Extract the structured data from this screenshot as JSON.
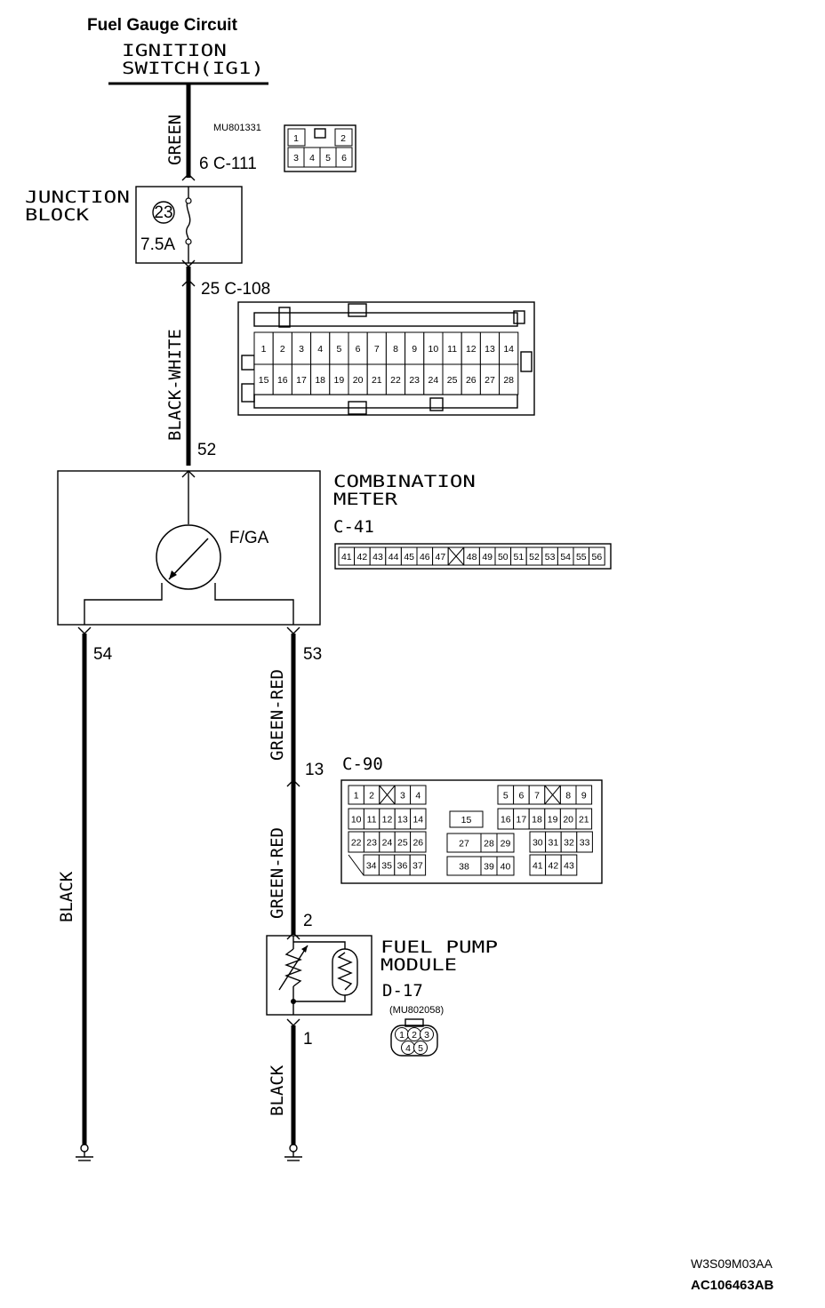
{
  "title": "Fuel Gauge Circuit",
  "ignition_switch": {
    "line1": "IGNITION",
    "line2": "SWITCH(IG1)"
  },
  "wires": {
    "green": "GREEN",
    "black_white": "BLACK-WHITE",
    "green_red_upper": "GREEN-RED",
    "green_red_lower": "GREEN-RED",
    "black_left": "BLACK",
    "black_right": "BLACK"
  },
  "junction_block": {
    "line1": "JUNCTION",
    "line2": "BLOCK",
    "fuse_number": "23",
    "fuse_rating": "7.5A"
  },
  "terminals": {
    "c111_terminal": "6 C-111",
    "c108_terminal": "25 C-108",
    "meter_in": "52",
    "meter_out_left": "54",
    "meter_out_right": "53",
    "c90_terminal": "13",
    "pump_top": "2",
    "pump_bottom": "1"
  },
  "connectors": {
    "c111": {
      "part_number": "MU801331",
      "top_pins": [
        "1",
        "2"
      ],
      "bottom_pins": [
        "3",
        "4",
        "5",
        "6"
      ]
    },
    "c108": {
      "label": "C-108",
      "top_pins": [
        "1",
        "2",
        "3",
        "4",
        "5",
        "6",
        "7",
        "8",
        "9",
        "10",
        "11",
        "12",
        "13",
        "14"
      ],
      "bottom_pins": [
        "15",
        "16",
        "17",
        "18",
        "19",
        "20",
        "21",
        "22",
        "23",
        "24",
        "25",
        "26",
        "27",
        "28"
      ]
    },
    "c41": {
      "label": "C-41",
      "pins": [
        "41",
        "42",
        "43",
        "44",
        "45",
        "46",
        "47",
        "",
        "48",
        "49",
        "50",
        "51",
        "52",
        "53",
        "54",
        "55",
        "56"
      ]
    },
    "c90": {
      "label": "C-90",
      "row1_left": [
        "1",
        "2",
        "",
        "3",
        "4"
      ],
      "row1_right": [
        "5",
        "6",
        "7",
        "",
        "8",
        "9"
      ],
      "row2_left": [
        "10",
        "11",
        "12",
        "13",
        "14"
      ],
      "row2_mid": "15",
      "row2_right": [
        "16",
        "17",
        "18",
        "19",
        "20",
        "21"
      ],
      "row3_left": [
        "22",
        "23",
        "24",
        "25",
        "26"
      ],
      "row3_mid": [
        "27",
        "28",
        "29"
      ],
      "row3_right": [
        "30",
        "31",
        "32",
        "33"
      ],
      "row4_left": [
        "34",
        "35",
        "36",
        "37"
      ],
      "row4_mid": [
        "38",
        "39",
        "40"
      ],
      "row4_right": [
        "41",
        "42",
        "43"
      ]
    },
    "d17": {
      "part_number": "(MU802058)",
      "pins": [
        "1",
        "2",
        "3",
        "4",
        "5"
      ]
    }
  },
  "combination_meter": {
    "line1": "COMBINATION",
    "line2": "METER",
    "connector": "C-41",
    "gauge_label": "F/GA"
  },
  "fuel_pump_module": {
    "line1": "FUEL PUMP",
    "line2": "MODULE",
    "connector": "D-17"
  },
  "footer": {
    "code1": "W3S09M03AA",
    "code2": "AC106463AB"
  }
}
